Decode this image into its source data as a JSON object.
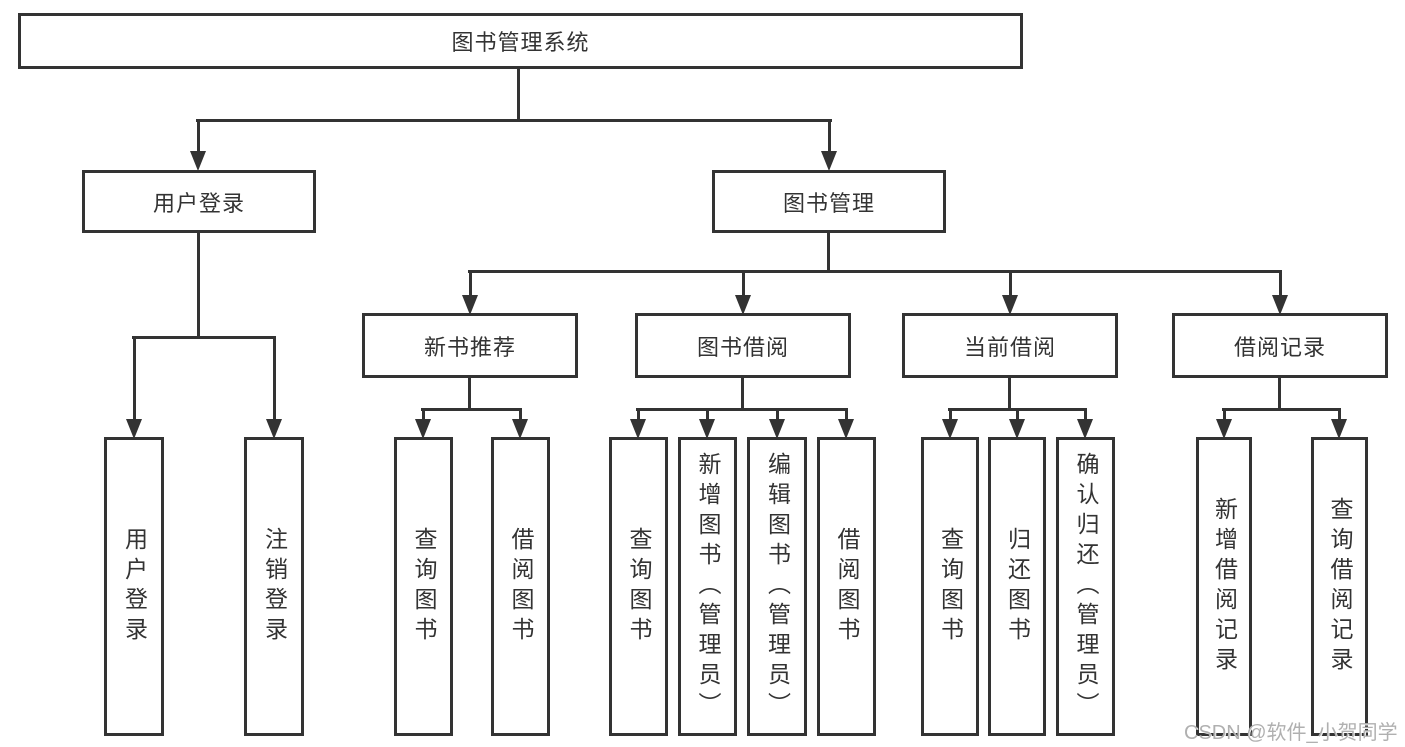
{
  "colors": {
    "line": "#333333",
    "text": "#333333",
    "background": "#ffffff",
    "watermark": "#b0b0b0"
  },
  "tree": {
    "root": {
      "label": "图书管理系统"
    },
    "branches": [
      {
        "label": "用户登录",
        "children": [
          {
            "label": "用户登录"
          },
          {
            "label": "注销登录"
          }
        ]
      },
      {
        "label": "图书管理",
        "children": [
          {
            "label": "新书推荐",
            "children": [
              {
                "label": "查询图书"
              },
              {
                "label": "借阅图书"
              }
            ]
          },
          {
            "label": "图书借阅",
            "children": [
              {
                "label": "查询图书"
              },
              {
                "label": "新增图书（管理员）"
              },
              {
                "label": "编辑图书（管理员）"
              },
              {
                "label": "借阅图书"
              }
            ]
          },
          {
            "label": "当前借阅",
            "children": [
              {
                "label": "查询图书"
              },
              {
                "label": "归还图书"
              },
              {
                "label": "确认归还（管理员）"
              }
            ]
          },
          {
            "label": "借阅记录",
            "children": [
              {
                "label": "新增借阅记录"
              },
              {
                "label": "查询借阅记录"
              }
            ]
          }
        ]
      }
    ]
  },
  "watermark": {
    "text": "CSDN @软件_小贺同学"
  }
}
